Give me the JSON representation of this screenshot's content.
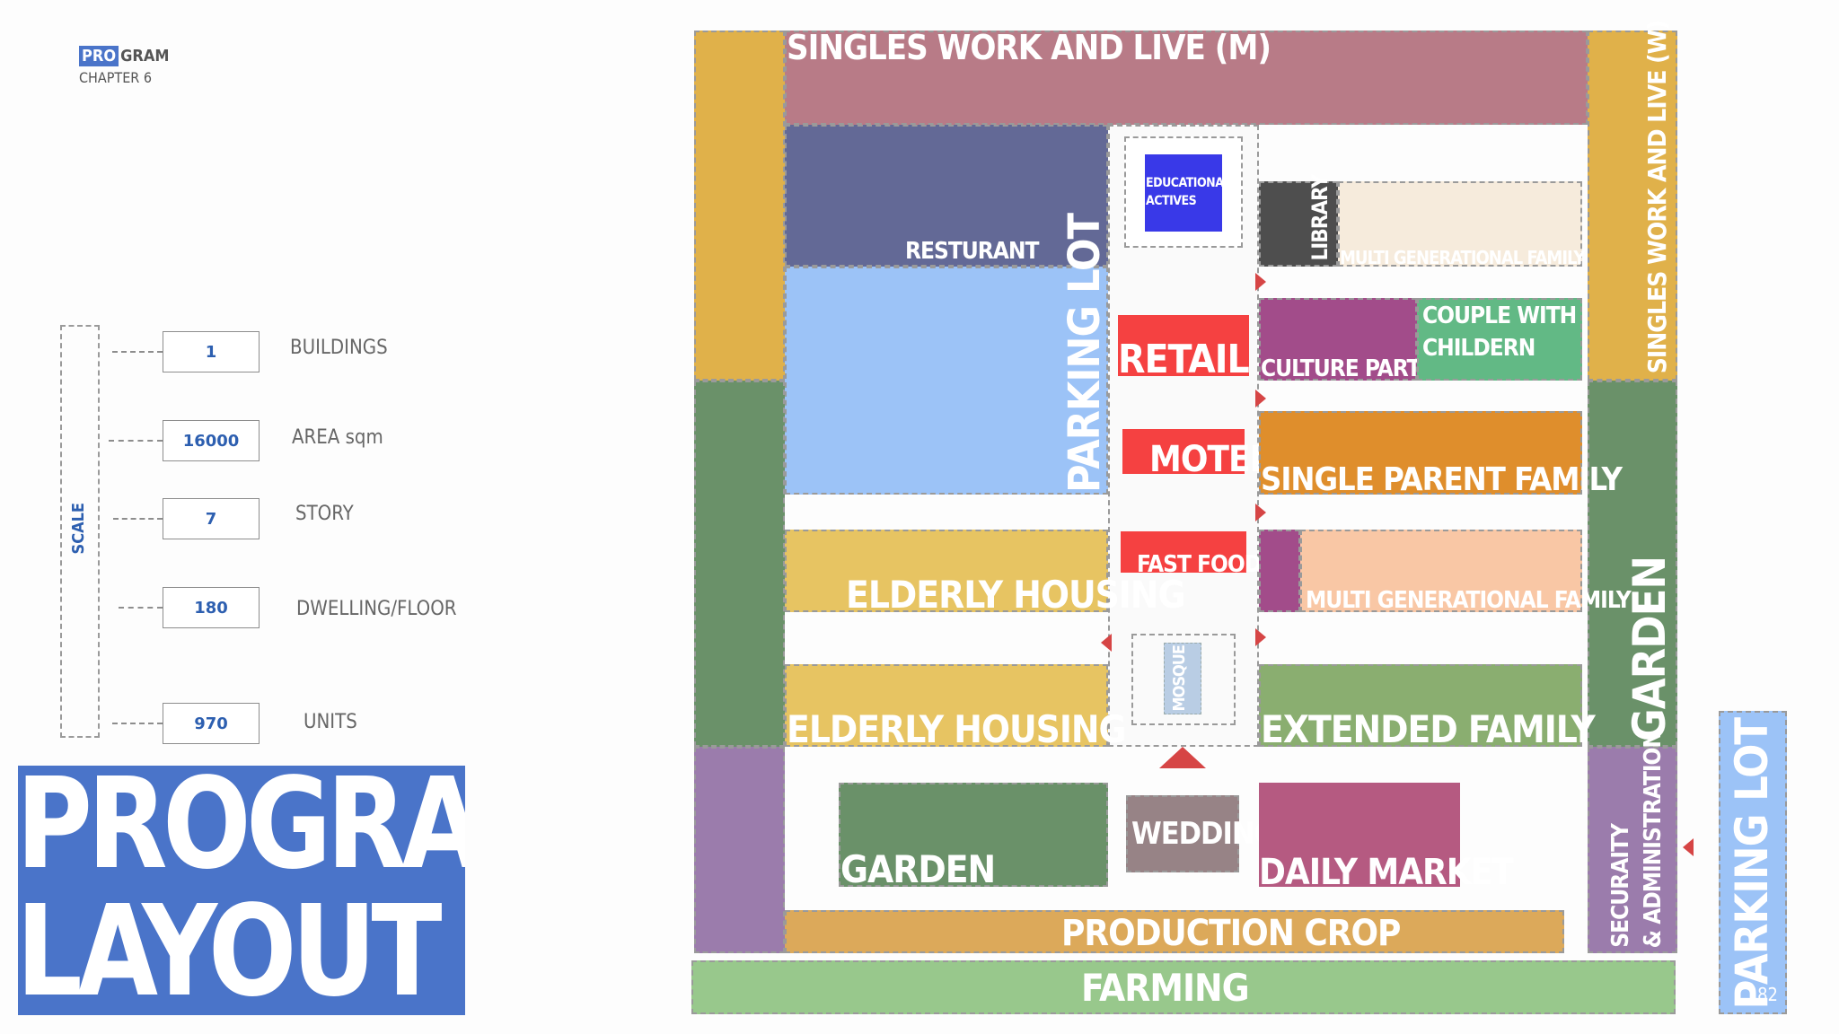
{
  "header": {
    "pro": "PRO",
    "gram": "GRAM",
    "chapter": "CHAPTER 6"
  },
  "scale": {
    "label": "SCALE",
    "items": [
      {
        "value": "1",
        "label": "BUILDINGS"
      },
      {
        "value": "16000",
        "label": "AREA sqm"
      },
      {
        "value": "7",
        "label": "STORY"
      },
      {
        "value": "180",
        "label": "DWELLING/FLOOR"
      },
      {
        "value": "970",
        "label": "UNITS"
      }
    ]
  },
  "title": {
    "line1": "PROGRAM",
    "line2": "LAYOUT"
  },
  "zones": {
    "singles_m": "SINGLES WORK AND LIVE (M)",
    "singles_w": "SINGLES WORK AND LIVE (W)",
    "resturant": "RESTURANT",
    "educational": "EDUCATIONAL ACTIVES",
    "library": "LIBRARY",
    "multi_gen_1": "MULTI GENERATIONAL FAMILY",
    "parking_lot": "PARKING LOT",
    "retail": "RETAIL",
    "culture_part": "CULTURE PART",
    "couple": "COUPLE WITH CHILDERN",
    "motel": "MOTEL",
    "single_parent": "SINGLE PARENT FAMILY",
    "fast_food": "FAST FOOD",
    "elderly_1": "ELDERLY  HOUSING",
    "multi_gen_2": "MULTI GENERATIONAL FAMILY",
    "mosque": "MOSQUE",
    "elderly_2": "ELDERLY  HOUSING",
    "extended": "EXTENDED FAMILY",
    "garden_right": "GARDEN",
    "garden": "GARDEN",
    "wedding": "WEDDING",
    "daily_market": "DAILY MARKET",
    "security": "SECURAITY",
    "administration": "& ADMINISTRATION",
    "production_crop": "PRODUCTION CROP",
    "farming": "FARMING",
    "parking_lot_right": "PARKING LOT"
  },
  "page_number": "82",
  "colors": {
    "mustard": "#e0b14a",
    "green_dark": "#6a9169",
    "purple": "#9b7cac",
    "mauve": "#b87b87",
    "navy": "#636996",
    "light_blue": "#9cc3f7",
    "red": "#f54141",
    "orange": "#df8e2c",
    "peach": "#f9c7a5",
    "cream": "#f6ebdc",
    "magenta": "#a24c8a",
    "teal_green": "#62b985",
    "sage": "#8aae70",
    "yellow_soft": "#e7c462",
    "rose": "#b55a81",
    "taupe": "#978386",
    "crop": "#dca95a",
    "farming": "#98c88c",
    "blue": "#3939e8",
    "title_blue": "#4a74c9"
  }
}
